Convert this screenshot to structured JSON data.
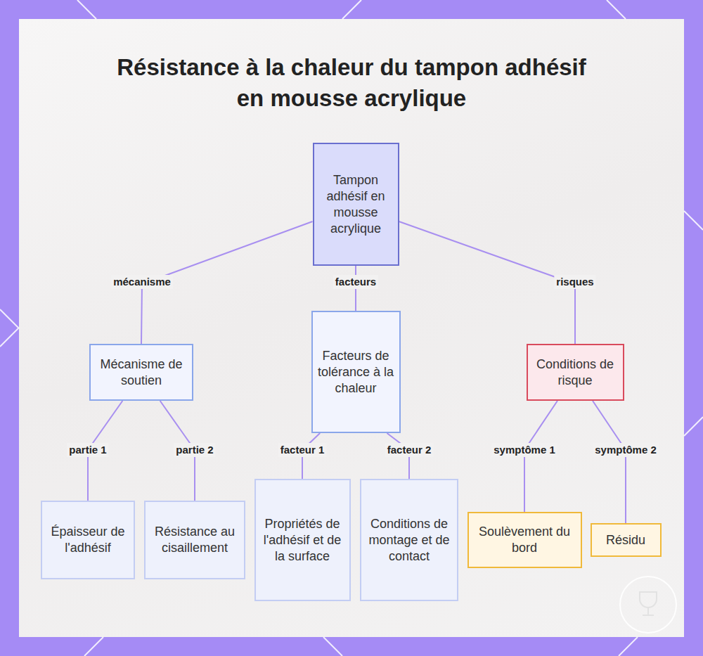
{
  "diagram": {
    "title": "Résistance à la chaleur du tampon adhésif en mousse acrylique",
    "nodes": [
      {
        "text": [
          "Tampon adhésif en mousse acrylique"
        ]
      },
      {
        "text": [
          "Mécanisme de soutien"
        ]
      },
      {
        "text": [
          "Facteurs de tolérance à la chaleur"
        ]
      },
      {
        "text": [
          "Conditions de risque"
        ]
      },
      {
        "text": [
          "Épaisseur de l'adhésif"
        ]
      },
      {
        "text": [
          "Résistance au cisaillement"
        ]
      },
      {
        "text": [
          "Propriétés de l'adhésif et de la surface"
        ]
      },
      {
        "text": [
          "Conditions de montage et de contact"
        ]
      },
      {
        "text": [
          "Soulèvement du bord"
        ]
      },
      {
        "text": [
          "Résidu"
        ]
      }
    ],
    "edges": [
      {
        "from": 0,
        "to": 1,
        "arrow": "none",
        "label": "mécanisme"
      },
      {
        "from": 0,
        "to": 2,
        "arrow": "none",
        "label": "facteurs"
      },
      {
        "from": 0,
        "to": 3,
        "arrow": "none",
        "label": "risques"
      },
      {
        "from": 1,
        "to": 4,
        "arrow": "none",
        "label": "partie 1"
      },
      {
        "from": 1,
        "to": 5,
        "arrow": "none",
        "label": "partie 2"
      },
      {
        "from": 2,
        "to": 6,
        "arrow": "none",
        "label": "facteur 1"
      },
      {
        "from": 2,
        "to": 7,
        "arrow": "none",
        "label": "facteur 2"
      },
      {
        "from": 3,
        "to": 8,
        "arrow": "none",
        "label": "symptôme 1"
      },
      {
        "from": 3,
        "to": 9,
        "arrow": "none",
        "label": "symptôme 2"
      }
    ]
  }
}
